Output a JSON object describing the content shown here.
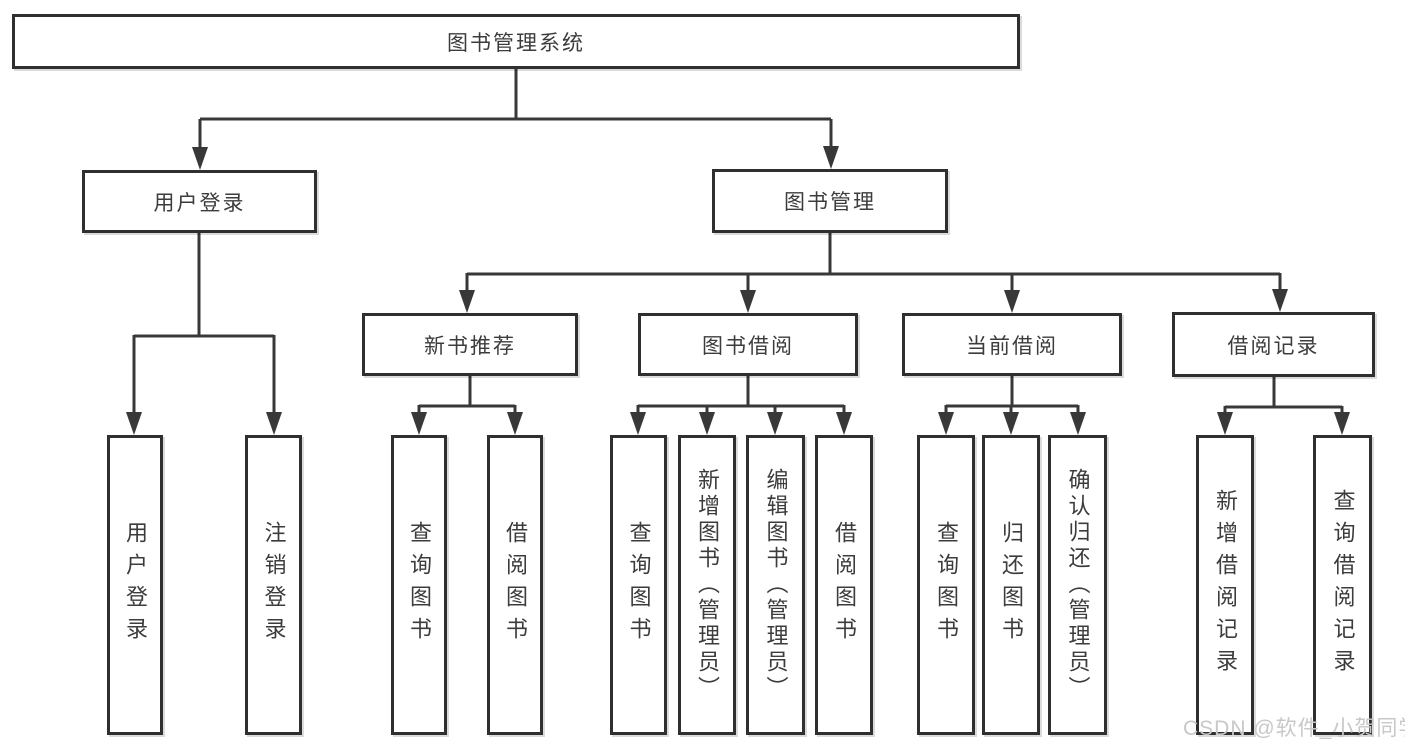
{
  "diagram_title": "图书管理系统",
  "nodes": {
    "root": "图书管理系统",
    "level2": [
      "用户登录",
      "图书管理"
    ],
    "level3": [
      "新书推荐",
      "图书借阅",
      "当前借阅",
      "借阅记录"
    ],
    "leaves": [
      "用户登录",
      "注销登录",
      "查询图书",
      "借阅图书",
      "查询图书",
      "新增图书（管理员）",
      "编辑图书（管理员）",
      "借阅图书",
      "查询图书",
      "归还图书",
      "确认归还（管理员）",
      "新增借阅记录",
      "查询借阅记录"
    ]
  },
  "watermark": "CSDN @软件_小贺同学",
  "colors": {
    "line": "#383838",
    "border": "#2f2f2f",
    "text": "#3c3c3c",
    "watermark": "#c8c8c8",
    "background": "#ffffff"
  }
}
